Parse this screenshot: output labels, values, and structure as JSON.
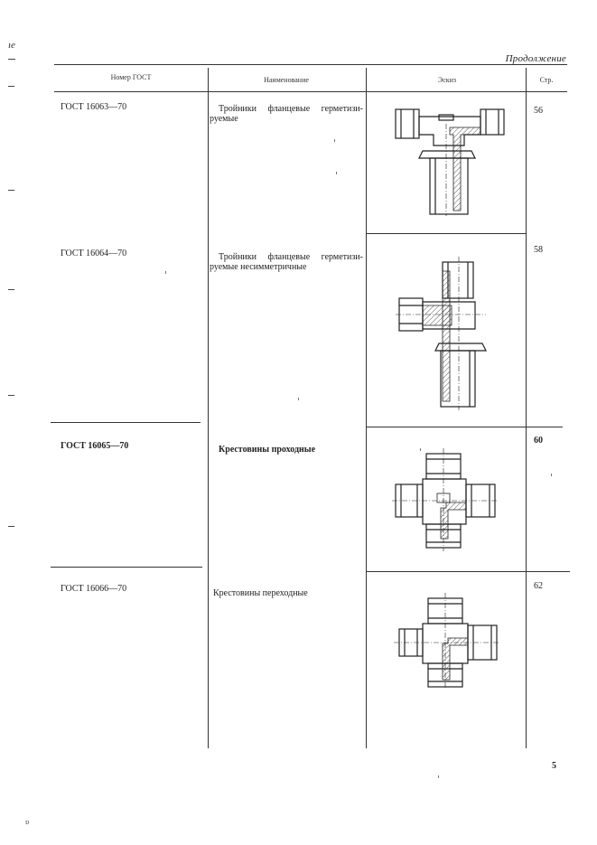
{
  "corner_mark": "ıе",
  "continuation_label": "Продолжение",
  "columns": {
    "gost": "Номер ГОСТ",
    "name": "Наименование",
    "sketch": "Эскиз",
    "page": "Стр."
  },
  "rows": [
    {
      "gost": "ГОСТ 16063—70",
      "name": "Тройники фланцевые герметизи-руемые",
      "page": "56",
      "sketch_icon": "flanged-tee-sketch"
    },
    {
      "gost": "ГОСТ 16064—70",
      "name": "Тройники фланцевые герметизи-руемые несимметричные",
      "page": "58",
      "sketch_icon": "asymmetric-flanged-tee-sketch"
    },
    {
      "gost": "ГОСТ 16065—70",
      "name": "Крестовины проходные",
      "page": "60",
      "sketch_icon": "through-cross-sketch"
    },
    {
      "gost": "ГОСТ 16066—70",
      "name": "Крестовины переходные",
      "page": "62",
      "sketch_icon": "reducing-cross-sketch"
    }
  ],
  "page_number": "5",
  "bottom_mark": "ɒ"
}
